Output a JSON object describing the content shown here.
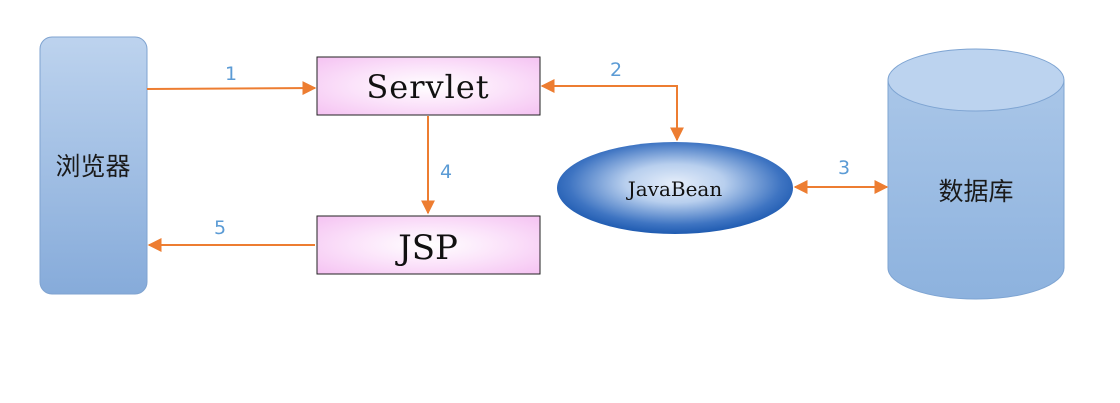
{
  "nodes": {
    "browser": {
      "label": "浏览器"
    },
    "servlet": {
      "label": "Servlet"
    },
    "jsp": {
      "label": "JSP"
    },
    "javabean": {
      "label": "JavaBean"
    },
    "database": {
      "label": "数据库"
    }
  },
  "steps": [
    {
      "label": "1",
      "from": "browser",
      "to": "servlet"
    },
    {
      "label": "2",
      "from": "servlet",
      "to": "javabean",
      "bidirectional": true
    },
    {
      "label": "3",
      "from": "javabean",
      "to": "database",
      "bidirectional": true
    },
    {
      "label": "4",
      "from": "servlet",
      "to": "jsp"
    },
    {
      "label": "5",
      "from": "jsp",
      "to": "browser"
    }
  ],
  "colors": {
    "arrow": "#ED7D31",
    "step_label": "#5B9BD5",
    "browser_fill_top": "#BDD3EE",
    "browser_fill_bottom": "#86ABDA",
    "db_fill_top": "#A9C6E8",
    "db_fill_bottom": "#8DB2DE",
    "box_fill_edge": "#F7C6F4",
    "box_fill_center": "#FFFFFF",
    "javabean_center": "#D9E6F7",
    "javabean_edge": "#0F4EA8"
  }
}
